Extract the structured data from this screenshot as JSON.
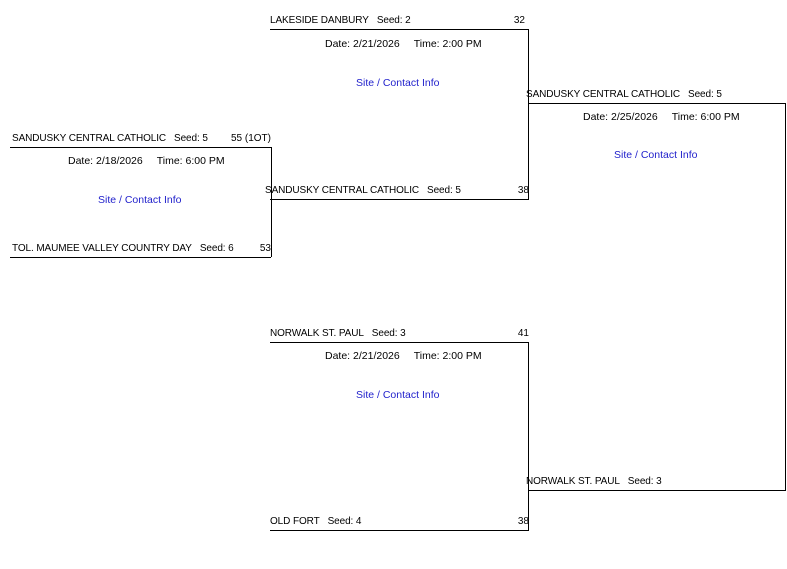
{
  "bracket": {
    "labels": {
      "seed_prefix": "Seed:",
      "date_prefix": "Date:",
      "time_prefix": "Time:",
      "site_link": "Site / Contact Info"
    },
    "link_color": "#2222cc",
    "games": [
      {
        "id": "quarterfinal-left",
        "round": 1,
        "date": "Date: 2/18/2026",
        "time": "Time: 6:00 PM",
        "site_link": "Site / Contact Info",
        "top": {
          "team": "SANDUSKY CENTRAL CATHOLIC",
          "seed": "Seed: 5",
          "score": "55 (1OT)"
        },
        "bottom": {
          "team": "TOL. MAUMEE VALLEY COUNTRY DAY",
          "seed": "Seed: 6",
          "score": "53"
        }
      },
      {
        "id": "semifinal-upper",
        "round": 2,
        "date": "Date: 2/21/2026",
        "time": "Time: 2:00 PM",
        "site_link": "Site / Contact Info",
        "top": {
          "team": "LAKESIDE DANBURY",
          "seed": "Seed: 2",
          "score": "32"
        },
        "bottom": {
          "team": "SANDUSKY CENTRAL CATHOLIC",
          "seed": "Seed: 5",
          "score": "38"
        }
      },
      {
        "id": "semifinal-lower",
        "round": 2,
        "date": "Date: 2/21/2026",
        "time": "Time: 2:00 PM",
        "site_link": "Site / Contact Info",
        "top": {
          "team": "NORWALK ST. PAUL",
          "seed": "Seed: 3",
          "score": "41"
        },
        "bottom": {
          "team": "OLD FORT",
          "seed": "Seed: 4",
          "score": "38"
        }
      },
      {
        "id": "final",
        "round": 3,
        "date": "Date: 2/25/2026",
        "time": "Time: 6:00 PM",
        "site_link": "Site / Contact Info",
        "top": {
          "team": "SANDUSKY CENTRAL CATHOLIC",
          "seed": "Seed: 5",
          "score": ""
        },
        "bottom": {
          "team": "NORWALK ST. PAUL",
          "seed": "Seed: 3",
          "score": ""
        }
      }
    ]
  }
}
